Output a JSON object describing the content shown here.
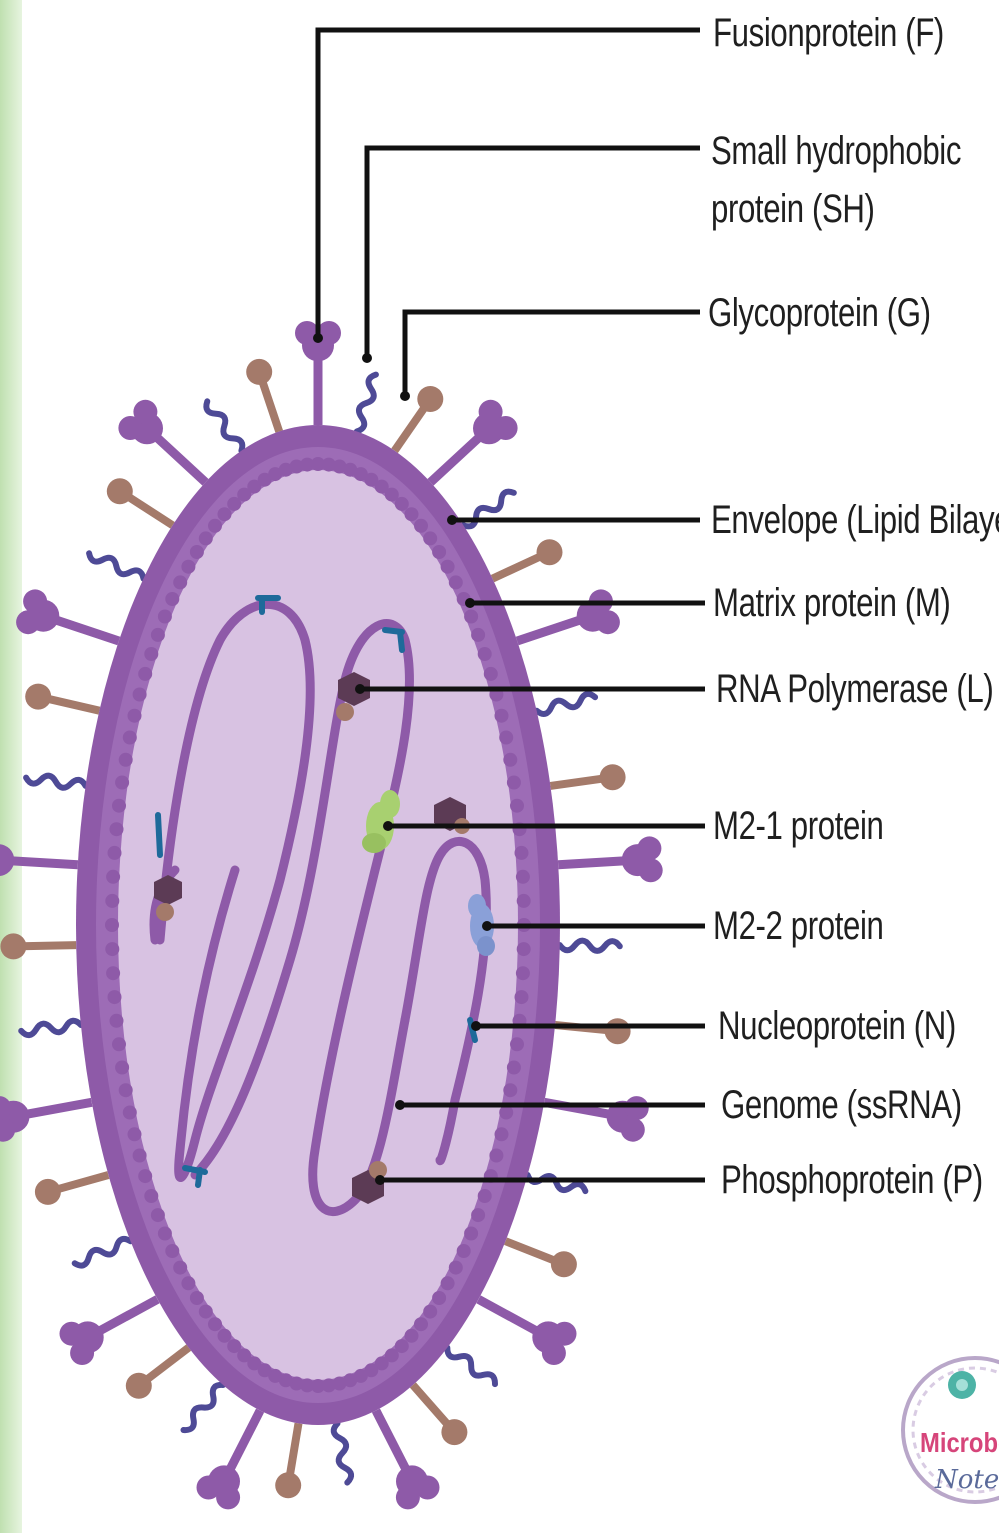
{
  "labels": {
    "fusion": "Fusionprotein (F)",
    "small_hydrophobic_line1": "Small hydrophobic",
    "small_hydrophobic_line2": "protein (SH)",
    "glycoprotein": "Glycoprotein (G)",
    "envelope": "Envelope (Lipid Bilayer)",
    "matrix": "Matrix protein (M)",
    "rna_polymerase": "RNA Polymerase (L)",
    "m2_1": "M2-1 protein",
    "m2_2": "M2-2 protein",
    "nucleoprotein": "Nucleoprotein (N)",
    "genome": "Genome (ssRNA)",
    "phosphoprotein": "Phosphoprotein (P)"
  },
  "logo": {
    "word1": "Microbe",
    "word2": "Notes"
  },
  "colors": {
    "envelope_outer": "#8e5aa8",
    "envelope_inner": "#d7c0e0",
    "matrix_beads": "#8e5aa8",
    "fusion_protein": "#8e5aa8",
    "glycoprotein": "#a47a6a",
    "small_hydrophobic": "#4e4a96",
    "genome_strand": "#8e5aa8",
    "polymerase": "#5c3b55",
    "m2_1": "#a8d070",
    "m2_2": "#8aa0d8",
    "nucleoprotein": "#1e6a9a",
    "left_stripe": "#cfe8c2",
    "leader_lines": "#111111"
  }
}
